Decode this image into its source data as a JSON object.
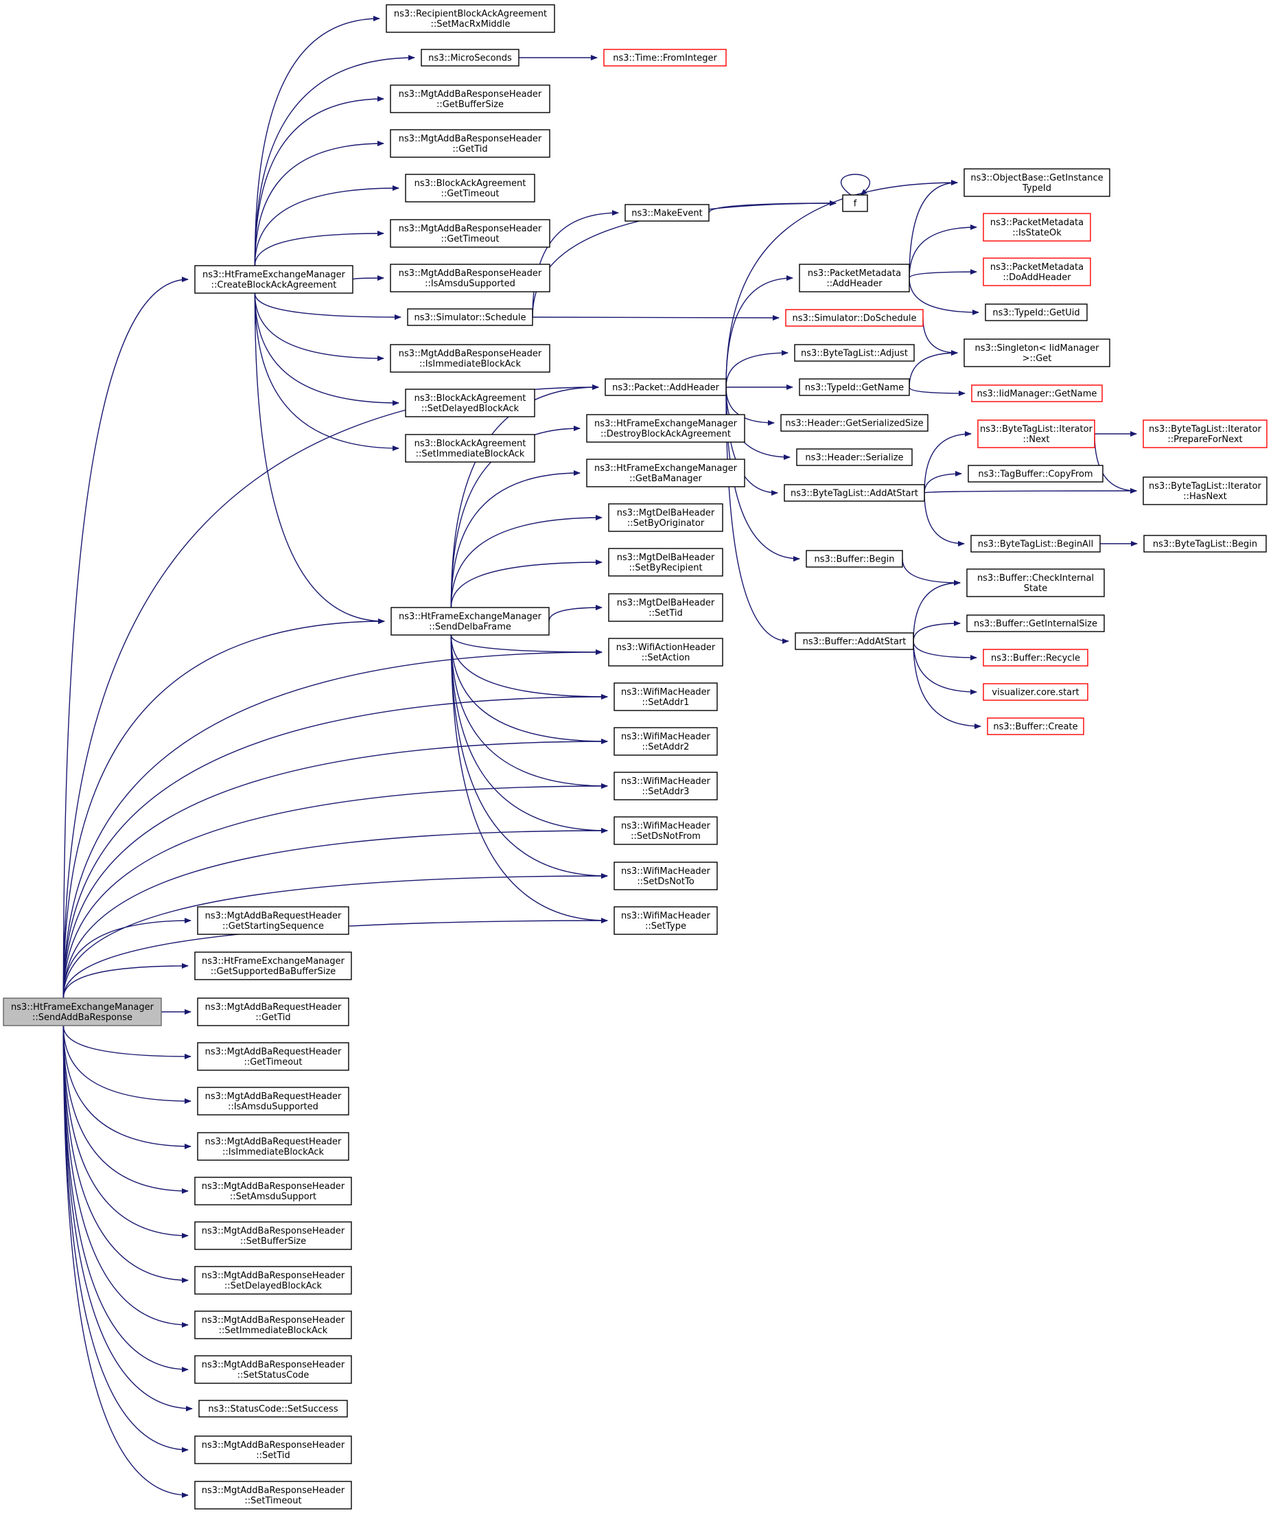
{
  "colors": {
    "edge": "#191970",
    "node_border": "#000000",
    "truncated_border": "#ff0000",
    "root_fill": "#bfbfbf"
  },
  "nodes": [
    {
      "id": "root",
      "lines": [
        "ns3::HtFrameExchangeManager",
        "::SendAddBaResponse"
      ],
      "style": "root"
    },
    {
      "id": "cba",
      "lines": [
        "ns3::HtFrameExchangeManager",
        "::CreateBlockAckAgreement"
      ]
    },
    {
      "id": "sdf",
      "lines": [
        "ns3::HtFrameExchangeManager",
        "::SendDelbaFrame"
      ]
    },
    {
      "id": "rbaa",
      "lines": [
        "ns3::RecipientBlockAckAgreement",
        "::SetMacRxMiddle"
      ]
    },
    {
      "id": "micro",
      "lines": [
        "ns3::MicroSeconds"
      ]
    },
    {
      "id": "fromint",
      "lines": [
        "ns3::Time::FromInteger"
      ],
      "style": "red"
    },
    {
      "id": "resp_buf",
      "lines": [
        "ns3::MgtAddBaResponseHeader",
        "::GetBufferSize"
      ]
    },
    {
      "id": "resp_tid",
      "lines": [
        "ns3::MgtAddBaResponseHeader",
        "::GetTid"
      ]
    },
    {
      "id": "baa_to",
      "lines": [
        "ns3::BlockAckAgreement",
        "::GetTimeout"
      ]
    },
    {
      "id": "resp_to",
      "lines": [
        "ns3::MgtAddBaResponseHeader",
        "::GetTimeout"
      ]
    },
    {
      "id": "resp_amsdu",
      "lines": [
        "ns3::MgtAddBaResponseHeader",
        "::IsAmsduSupported"
      ]
    },
    {
      "id": "sched",
      "lines": [
        "ns3::Simulator::Schedule"
      ]
    },
    {
      "id": "resp_imm",
      "lines": [
        "ns3::MgtAddBaResponseHeader",
        "::IsImmediateBlockAck"
      ]
    },
    {
      "id": "baa_del",
      "lines": [
        "ns3::BlockAckAgreement",
        "::SetDelayedBlockAck"
      ]
    },
    {
      "id": "baa_imm",
      "lines": [
        "ns3::BlockAckAgreement",
        "::SetImmediateBlockAck"
      ]
    },
    {
      "id": "mkev",
      "lines": [
        "ns3::MakeEvent"
      ]
    },
    {
      "id": "f",
      "lines": [
        "f"
      ]
    },
    {
      "id": "objbase",
      "lines": [
        "ns3::ObjectBase::GetInstance",
        "TypeId"
      ]
    },
    {
      "id": "pm_add",
      "lines": [
        "ns3::PacketMetadata",
        "::AddHeader"
      ]
    },
    {
      "id": "pm_ok",
      "lines": [
        "ns3::PacketMetadata",
        "::IsStateOk"
      ],
      "style": "red"
    },
    {
      "id": "pm_doadd",
      "lines": [
        "ns3::PacketMetadata",
        "::DoAddHeader"
      ],
      "style": "red"
    },
    {
      "id": "tid_uid",
      "lines": [
        "ns3::TypeId::GetUid"
      ]
    },
    {
      "id": "dosched",
      "lines": [
        "ns3::Simulator::DoSchedule"
      ],
      "style": "red"
    },
    {
      "id": "singleton",
      "lines": [
        "ns3::Singleton< IidManager",
        ">::Get"
      ]
    },
    {
      "id": "btl_adj",
      "lines": [
        "ns3::ByteTagList::Adjust"
      ]
    },
    {
      "id": "pkt_add",
      "lines": [
        "ns3::Packet::AddHeader"
      ]
    },
    {
      "id": "tid_name",
      "lines": [
        "ns3::TypeId::GetName"
      ]
    },
    {
      "id": "iid_name",
      "lines": [
        "ns3::IidManager::GetName"
      ],
      "style": "red"
    },
    {
      "id": "hdr_size",
      "lines": [
        "ns3::Header::GetSerializedSize"
      ]
    },
    {
      "id": "hdr_ser",
      "lines": [
        "ns3::Header::Serialize"
      ]
    },
    {
      "id": "it_next",
      "lines": [
        "ns3::ByteTagList::Iterator",
        "::Next"
      ],
      "style": "red"
    },
    {
      "id": "it_prep",
      "lines": [
        "ns3::ByteTagList::Iterator",
        "::PrepareForNext"
      ],
      "style": "red"
    },
    {
      "id": "tagbuf",
      "lines": [
        "ns3::TagBuffer::CopyFrom"
      ]
    },
    {
      "id": "btl_addstart",
      "lines": [
        "ns3::ByteTagList::AddAtStart"
      ]
    },
    {
      "id": "it_hasnext",
      "lines": [
        "ns3::ByteTagList::Iterator",
        "::HasNext"
      ]
    },
    {
      "id": "btl_beginall",
      "lines": [
        "ns3::ByteTagList::BeginAll"
      ]
    },
    {
      "id": "btl_begin",
      "lines": [
        "ns3::ByteTagList::Begin"
      ]
    },
    {
      "id": "buf_begin",
      "lines": [
        "ns3::Buffer::Begin"
      ]
    },
    {
      "id": "buf_check",
      "lines": [
        "ns3::Buffer::CheckInternal",
        "State"
      ]
    },
    {
      "id": "buf_addstart",
      "lines": [
        "ns3::Buffer::AddAtStart"
      ]
    },
    {
      "id": "buf_isize",
      "lines": [
        "ns3::Buffer::GetInternalSize"
      ]
    },
    {
      "id": "buf_recycle",
      "lines": [
        "ns3::Buffer::Recycle"
      ],
      "style": "red"
    },
    {
      "id": "viz",
      "lines": [
        "visualizer.core.start"
      ],
      "style": "red"
    },
    {
      "id": "buf_create",
      "lines": [
        "ns3::Buffer::Create"
      ],
      "style": "red"
    },
    {
      "id": "destroy",
      "lines": [
        "ns3::HtFrameExchangeManager",
        "::DestroyBlockAckAgreement"
      ]
    },
    {
      "id": "getba",
      "lines": [
        "ns3::HtFrameExchangeManager",
        "::GetBaManager"
      ]
    },
    {
      "id": "del_orig",
      "lines": [
        "ns3::MgtDelBaHeader",
        "::SetByOriginator"
      ]
    },
    {
      "id": "del_recip",
      "lines": [
        "ns3::MgtDelBaHeader",
        "::SetByRecipient"
      ]
    },
    {
      "id": "del_tid",
      "lines": [
        "ns3::MgtDelBaHeader",
        "::SetTid"
      ]
    },
    {
      "id": "action",
      "lines": [
        "ns3::WifiActionHeader",
        "::SetAction"
      ]
    },
    {
      "id": "addr1",
      "lines": [
        "ns3::WifiMacHeader",
        "::SetAddr1"
      ]
    },
    {
      "id": "addr2",
      "lines": [
        "ns3::WifiMacHeader",
        "::SetAddr2"
      ]
    },
    {
      "id": "addr3",
      "lines": [
        "ns3::WifiMacHeader",
        "::SetAddr3"
      ]
    },
    {
      "id": "dsfrom",
      "lines": [
        "ns3::WifiMacHeader",
        "::SetDsNotFrom"
      ]
    },
    {
      "id": "dsto",
      "lines": [
        "ns3::WifiMacHeader",
        "::SetDsNotTo"
      ]
    },
    {
      "id": "settype",
      "lines": [
        "ns3::WifiMacHeader",
        "::SetType"
      ]
    },
    {
      "id": "req_seq",
      "lines": [
        "ns3::MgtAddBaRequestHeader",
        "::GetStartingSequence"
      ]
    },
    {
      "id": "supp_buf",
      "lines": [
        "ns3::HtFrameExchangeManager",
        "::GetSupportedBaBufferSize"
      ]
    },
    {
      "id": "req_tid",
      "lines": [
        "ns3::MgtAddBaRequestHeader",
        "::GetTid"
      ]
    },
    {
      "id": "req_to",
      "lines": [
        "ns3::MgtAddBaRequestHeader",
        "::GetTimeout"
      ]
    },
    {
      "id": "req_amsdu",
      "lines": [
        "ns3::MgtAddBaRequestHeader",
        "::IsAmsduSupported"
      ]
    },
    {
      "id": "req_imm",
      "lines": [
        "ns3::MgtAddBaRequestHeader",
        "::IsImmediateBlockAck"
      ]
    },
    {
      "id": "set_amsdu",
      "lines": [
        "ns3::MgtAddBaResponseHeader",
        "::SetAmsduSupport"
      ]
    },
    {
      "id": "set_buf",
      "lines": [
        "ns3::MgtAddBaResponseHeader",
        "::SetBufferSize"
      ]
    },
    {
      "id": "set_del",
      "lines": [
        "ns3::MgtAddBaResponseHeader",
        "::SetDelayedBlockAck"
      ]
    },
    {
      "id": "set_imm",
      "lines": [
        "ns3::MgtAddBaResponseHeader",
        "::SetImmediateBlockAck"
      ]
    },
    {
      "id": "set_status",
      "lines": [
        "ns3::MgtAddBaResponseHeader",
        "::SetStatusCode"
      ]
    },
    {
      "id": "succ",
      "lines": [
        "ns3::StatusCode::SetSuccess"
      ]
    },
    {
      "id": "set_tid",
      "lines": [
        "ns3::MgtAddBaResponseHeader",
        "::SetTid"
      ]
    },
    {
      "id": "set_to",
      "lines": [
        "ns3::MgtAddBaResponseHeader",
        "::SetTimeout"
      ]
    }
  ],
  "edges": [
    [
      "root",
      "cba"
    ],
    [
      "root",
      "pkt_add"
    ],
    [
      "root",
      "sdf"
    ],
    [
      "root",
      "action"
    ],
    [
      "root",
      "addr1"
    ],
    [
      "root",
      "addr2"
    ],
    [
      "root",
      "addr3"
    ],
    [
      "root",
      "dsfrom"
    ],
    [
      "root",
      "dsto"
    ],
    [
      "root",
      "settype"
    ],
    [
      "root",
      "req_seq"
    ],
    [
      "root",
      "supp_buf"
    ],
    [
      "root",
      "req_tid"
    ],
    [
      "root",
      "req_to"
    ],
    [
      "root",
      "req_amsdu"
    ],
    [
      "root",
      "req_imm"
    ],
    [
      "root",
      "set_amsdu"
    ],
    [
      "root",
      "set_buf"
    ],
    [
      "root",
      "set_del"
    ],
    [
      "root",
      "set_imm"
    ],
    [
      "root",
      "set_status"
    ],
    [
      "root",
      "succ"
    ],
    [
      "root",
      "set_tid"
    ],
    [
      "root",
      "set_to"
    ],
    [
      "cba",
      "rbaa"
    ],
    [
      "cba",
      "micro"
    ],
    [
      "cba",
      "resp_buf"
    ],
    [
      "cba",
      "resp_tid"
    ],
    [
      "cba",
      "baa_to"
    ],
    [
      "cba",
      "resp_to"
    ],
    [
      "cba",
      "resp_amsdu"
    ],
    [
      "cba",
      "sched"
    ],
    [
      "cba",
      "resp_imm"
    ],
    [
      "cba",
      "baa_del"
    ],
    [
      "cba",
      "baa_imm"
    ],
    [
      "cba",
      "sdf"
    ],
    [
      "micro",
      "fromint"
    ],
    [
      "sched",
      "mkev"
    ],
    [
      "sched",
      "f"
    ],
    [
      "sched",
      "dosched"
    ],
    [
      "mkev",
      "f"
    ],
    [
      "f",
      "f"
    ],
    [
      "dosched",
      "singleton"
    ],
    [
      "pkt_add",
      "objbase"
    ],
    [
      "pkt_add",
      "pm_add"
    ],
    [
      "pkt_add",
      "btl_adj"
    ],
    [
      "pkt_add",
      "tid_name"
    ],
    [
      "pkt_add",
      "hdr_size"
    ],
    [
      "pkt_add",
      "hdr_ser"
    ],
    [
      "pkt_add",
      "btl_addstart"
    ],
    [
      "pkt_add",
      "buf_begin"
    ],
    [
      "pkt_add",
      "buf_addstart"
    ],
    [
      "pm_add",
      "objbase"
    ],
    [
      "pm_add",
      "pm_ok"
    ],
    [
      "pm_add",
      "pm_doadd"
    ],
    [
      "pm_add",
      "tid_uid"
    ],
    [
      "tid_name",
      "singleton"
    ],
    [
      "tid_name",
      "iid_name"
    ],
    [
      "btl_addstart",
      "it_next"
    ],
    [
      "btl_addstart",
      "tagbuf"
    ],
    [
      "btl_addstart",
      "it_hasnext"
    ],
    [
      "btl_addstart",
      "btl_beginall"
    ],
    [
      "it_next",
      "it_prep"
    ],
    [
      "it_next",
      "it_hasnext"
    ],
    [
      "btl_beginall",
      "btl_begin"
    ],
    [
      "buf_begin",
      "buf_check"
    ],
    [
      "buf_addstart",
      "buf_check"
    ],
    [
      "buf_addstart",
      "buf_isize"
    ],
    [
      "buf_addstart",
      "buf_recycle"
    ],
    [
      "buf_addstart",
      "viz"
    ],
    [
      "buf_addstart",
      "buf_create"
    ],
    [
      "sdf",
      "pkt_add"
    ],
    [
      "sdf",
      "destroy"
    ],
    [
      "sdf",
      "getba"
    ],
    [
      "sdf",
      "del_orig"
    ],
    [
      "sdf",
      "del_recip"
    ],
    [
      "sdf",
      "del_tid"
    ],
    [
      "sdf",
      "action"
    ],
    [
      "sdf",
      "addr1"
    ],
    [
      "sdf",
      "addr2"
    ],
    [
      "sdf",
      "addr3"
    ],
    [
      "sdf",
      "dsfrom"
    ],
    [
      "sdf",
      "dsto"
    ],
    [
      "sdf",
      "settype"
    ]
  ]
}
